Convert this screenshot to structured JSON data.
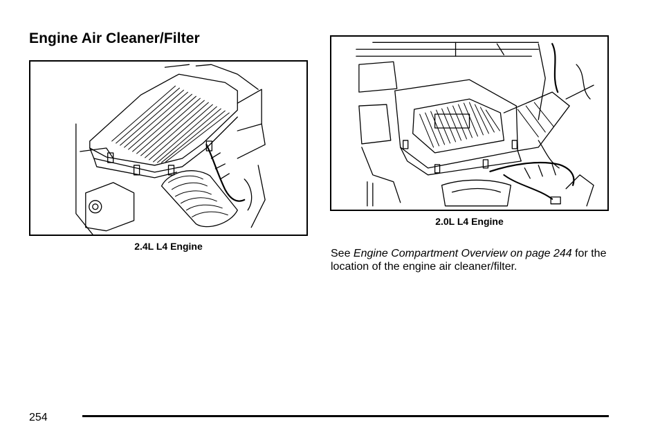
{
  "page": {
    "heading": "Engine Air Cleaner/Filter",
    "page_number": "254"
  },
  "figures": [
    {
      "caption": "2.4L L4 Engine",
      "illustration": "engine-air-cleaner-2.4l-illustration"
    },
    {
      "caption": "2.0L L4 Engine",
      "illustration": "engine-air-cleaner-2.0l-illustration"
    }
  ],
  "body": {
    "prefix": "See ",
    "reference": "Engine Compartment Overview on page 244",
    "suffix": " for the location of the engine air cleaner/filter."
  }
}
